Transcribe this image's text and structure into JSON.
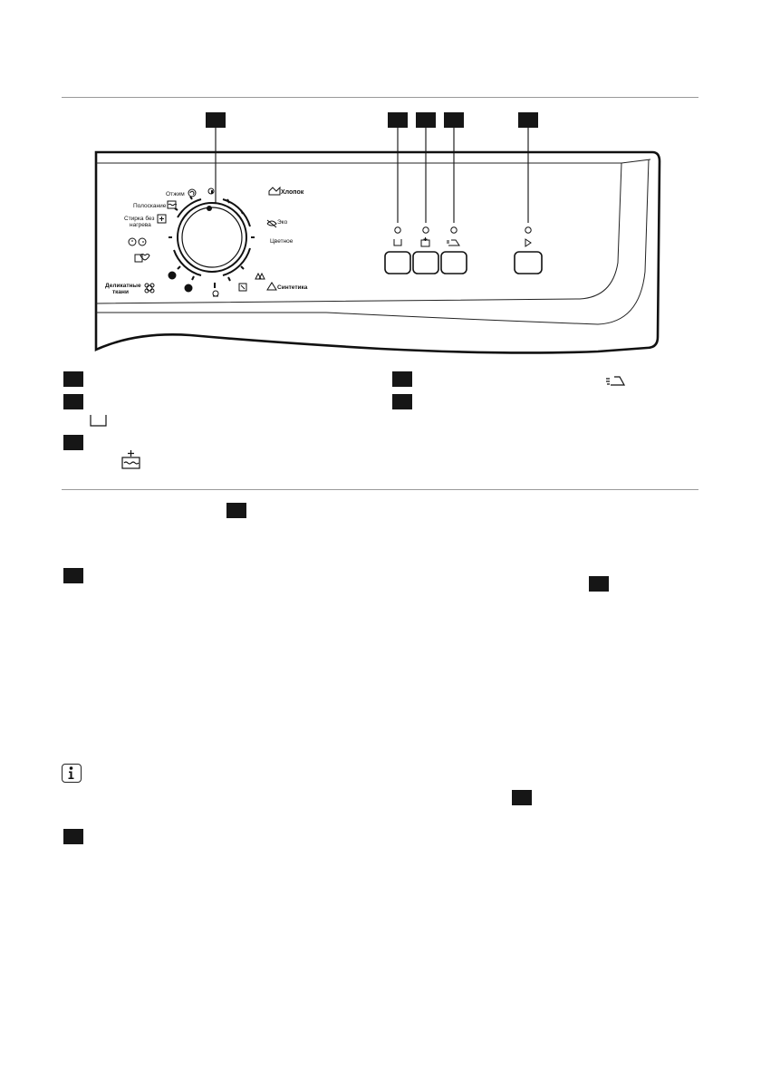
{
  "panel": {
    "dial": {
      "labels_left": [
        "Отжим",
        "Полоскание",
        "Стирка без",
        "нагрева",
        "Деликатные",
        "ткани"
      ],
      "labels_right": [
        "Хлопок",
        "Эко",
        "Цветное",
        "Синтетика"
      ]
    },
    "icons": [
      "spin-icon",
      "rinse-icon",
      "cold-wash-icon",
      "timer-icon",
      "wool-icon",
      "delicates-icon",
      "cotton-icon",
      "eco-icon",
      "synthetics-icon",
      "start-icon",
      "stain-icon",
      "extra-rinse-icon",
      "easy-iron-icon"
    ]
  },
  "colors": {
    "line": "#9a9a9a",
    "badge": "#161616",
    "ink": "#111111"
  }
}
